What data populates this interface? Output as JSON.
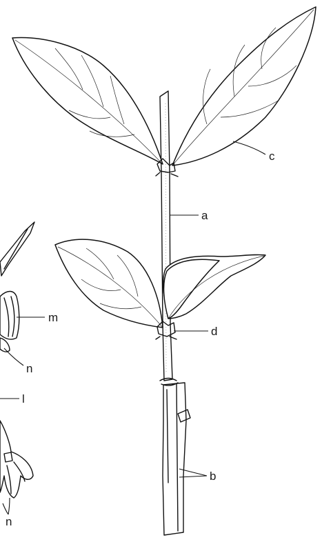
{
  "labels": {
    "a": "a",
    "b": "b",
    "c": "c",
    "d": "d",
    "l": "l",
    "m": "m",
    "n1": "n",
    "n2": "n"
  }
}
